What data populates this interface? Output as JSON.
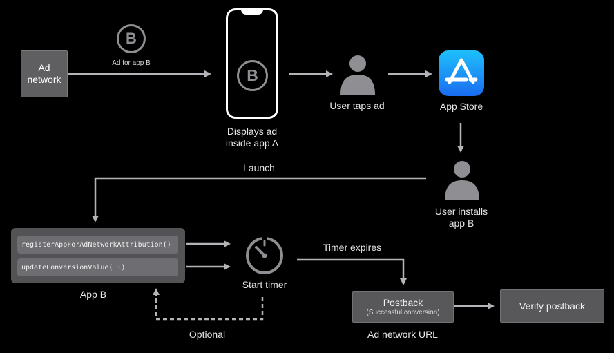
{
  "nodes": {
    "ad_network": {
      "line1": "Ad",
      "line2": "network"
    },
    "badge_letter": "B",
    "ad_for_app_b": "Ad for app B",
    "phone_caption": {
      "line1": "Displays ad",
      "line2": "inside app A"
    },
    "user_taps_ad": "User taps ad",
    "app_store": "App Store",
    "user_installs": {
      "line1": "User installs",
      "line2": "app B"
    },
    "launch": "Launch",
    "app_b": {
      "label": "App B",
      "method1": "registerAppForAdNetworkAttribution()",
      "method2": "updateConversionValue(_:)"
    },
    "start_timer": "Start timer",
    "timer_expires": "Timer expires",
    "optional": "Optional",
    "postback": {
      "title": "Postback",
      "subtitle": "(Successful conversion)"
    },
    "ad_network_url": "Ad network URL",
    "verify_postback": "Verify postback"
  },
  "icons": {
    "badge": "circled-b-icon",
    "phone": "phone-icon",
    "person": "person-icon",
    "app_store": "app-store-icon",
    "timer": "timer-icon"
  },
  "colors": {
    "background": "#000000",
    "box": "#5f5f61",
    "arrow": "#b4b4b8",
    "icon_gray": "#8f8f93",
    "app_store_top": "#1ec0fb",
    "app_store_bottom": "#1a6cf1"
  }
}
